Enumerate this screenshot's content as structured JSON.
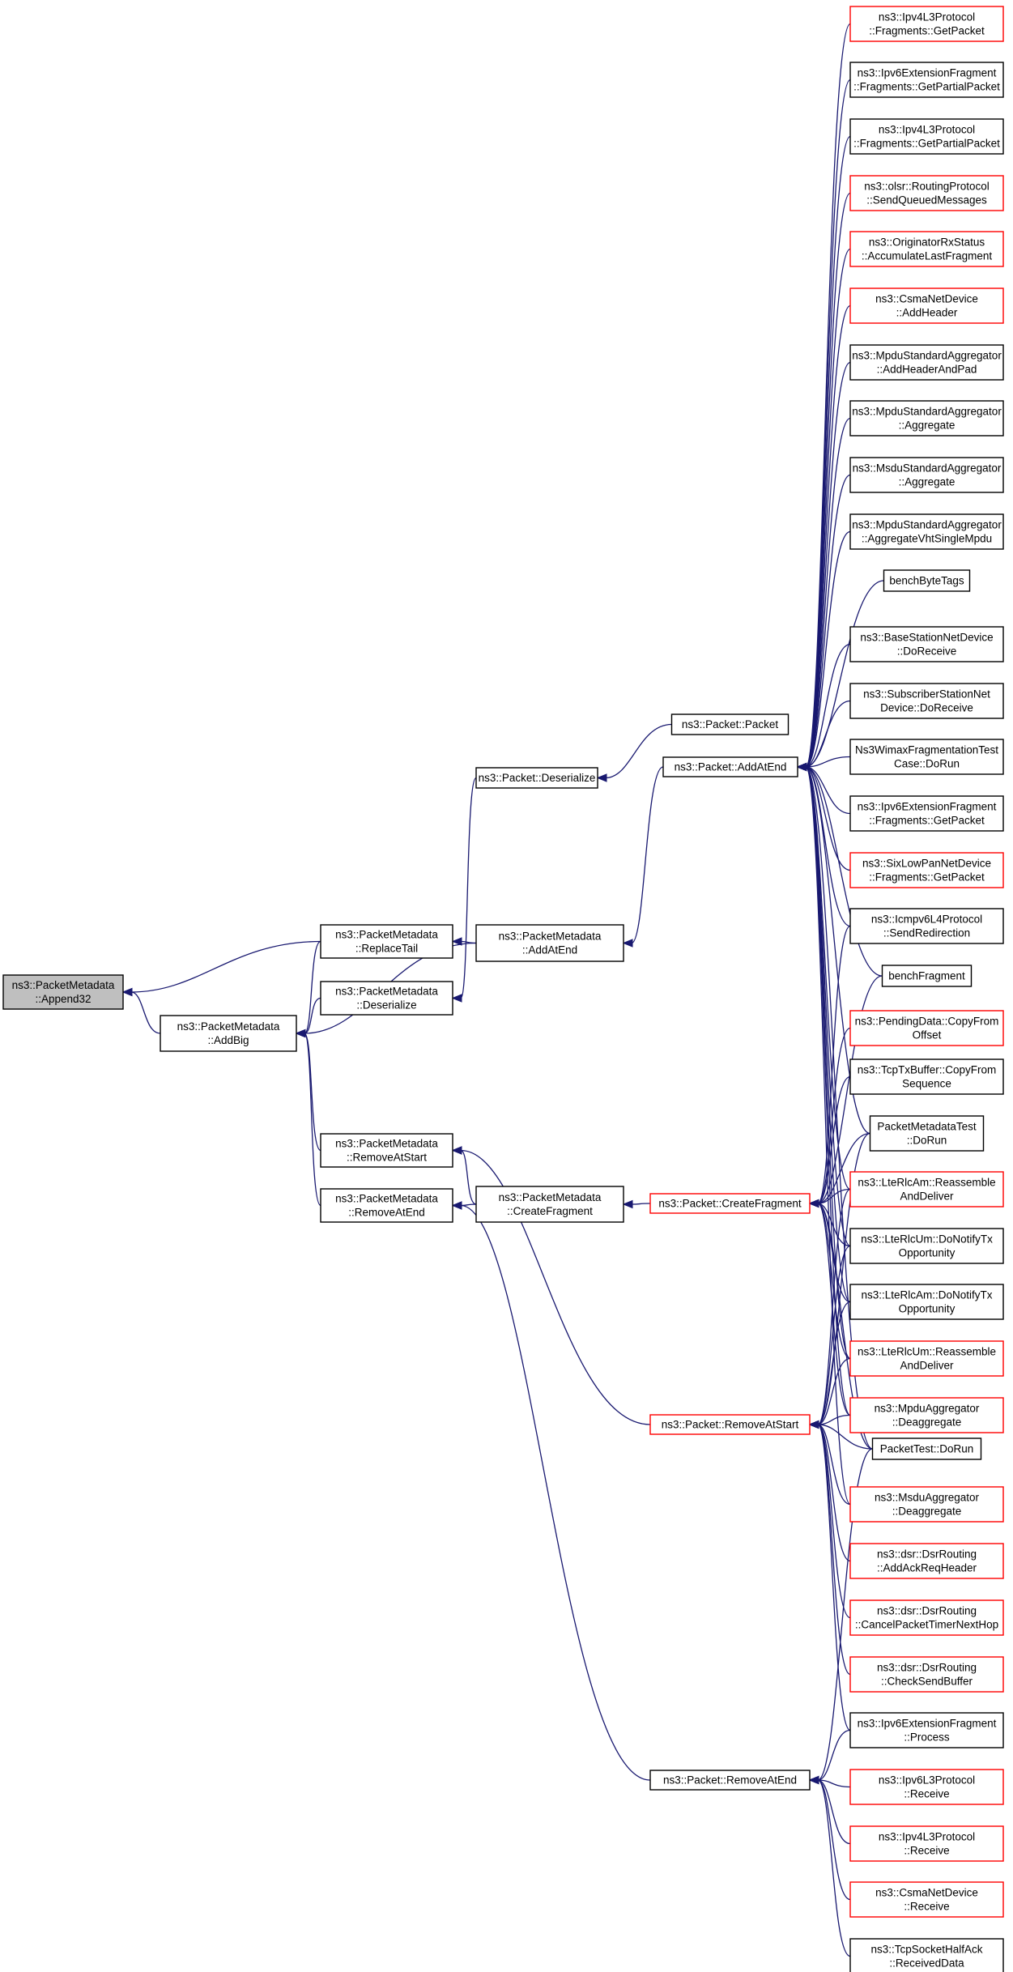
{
  "colors": {
    "edge": "#191970",
    "border_default": "#000000",
    "border_truncated": "#ff0000",
    "fill_default": "#ffffff",
    "fill_focus": "#bfbfbf"
  },
  "nodes": [
    {
      "id": "append32",
      "lines": [
        "ns3::PacketMetadata",
        "::Append32"
      ],
      "style": "focus"
    },
    {
      "id": "addbig",
      "lines": [
        "ns3::PacketMetadata",
        "::AddBig"
      ],
      "style": "normal"
    },
    {
      "id": "replacetail",
      "lines": [
        "ns3::PacketMetadata",
        "::ReplaceTail"
      ],
      "style": "normal"
    },
    {
      "id": "pm_deserialize",
      "lines": [
        "ns3::PacketMetadata",
        "::Deserialize"
      ],
      "style": "normal"
    },
    {
      "id": "removeatstart",
      "lines": [
        "ns3::PacketMetadata",
        "::RemoveAtStart"
      ],
      "style": "normal"
    },
    {
      "id": "removeatend",
      "lines": [
        "ns3::PacketMetadata",
        "::RemoveAtEnd"
      ],
      "style": "normal"
    },
    {
      "id": "p_deserialize",
      "lines": [
        "ns3::Packet::Deserialize"
      ],
      "style": "normal"
    },
    {
      "id": "pm_addatend",
      "lines": [
        "ns3::PacketMetadata",
        "::AddAtEnd"
      ],
      "style": "normal"
    },
    {
      "id": "createfragment",
      "lines": [
        "ns3::PacketMetadata",
        "::CreateFragment"
      ],
      "style": "normal"
    },
    {
      "id": "p_packet",
      "lines": [
        "ns3::Packet::Packet"
      ],
      "style": "normal"
    },
    {
      "id": "p_addatend",
      "lines": [
        "ns3::Packet::AddAtEnd"
      ],
      "style": "normal"
    },
    {
      "id": "p_createfragment",
      "lines": [
        "ns3::Packet::CreateFragment"
      ],
      "style": "truncated"
    },
    {
      "id": "p_removeatstart",
      "lines": [
        "ns3::Packet::RemoveAtStart"
      ],
      "style": "truncated"
    },
    {
      "id": "p_removeatend",
      "lines": [
        "ns3::Packet::RemoveAtEnd"
      ],
      "style": "normal"
    },
    {
      "id": "r1",
      "lines": [
        "ns3::Ipv4L3Protocol",
        "::Fragments::GetPacket"
      ],
      "style": "truncated"
    },
    {
      "id": "r2",
      "lines": [
        "ns3::Ipv6ExtensionFragment",
        "::Fragments::GetPartialPacket"
      ],
      "style": "normal"
    },
    {
      "id": "r3",
      "lines": [
        "ns3::Ipv4L3Protocol",
        "::Fragments::GetPartialPacket"
      ],
      "style": "normal"
    },
    {
      "id": "r4",
      "lines": [
        "ns3::olsr::RoutingProtocol",
        "::SendQueuedMessages"
      ],
      "style": "truncated"
    },
    {
      "id": "r5",
      "lines": [
        "ns3::OriginatorRxStatus",
        "::AccumulateLastFragment"
      ],
      "style": "truncated"
    },
    {
      "id": "r6",
      "lines": [
        "ns3::CsmaNetDevice",
        "::AddHeader"
      ],
      "style": "truncated"
    },
    {
      "id": "r7",
      "lines": [
        "ns3::MpduStandardAggregator",
        "::AddHeaderAndPad"
      ],
      "style": "normal"
    },
    {
      "id": "r8",
      "lines": [
        "ns3::MpduStandardAggregator",
        "::Aggregate"
      ],
      "style": "normal"
    },
    {
      "id": "r9",
      "lines": [
        "ns3::MsduStandardAggregator",
        "::Aggregate"
      ],
      "style": "normal"
    },
    {
      "id": "r10",
      "lines": [
        "ns3::MpduStandardAggregator",
        "::AggregateVhtSingleMpdu"
      ],
      "style": "normal"
    },
    {
      "id": "r11",
      "lines": [
        "benchByteTags"
      ],
      "style": "normal"
    },
    {
      "id": "r12",
      "lines": [
        "ns3::BaseStationNetDevice",
        "::DoReceive"
      ],
      "style": "normal"
    },
    {
      "id": "r13",
      "lines": [
        "ns3::SubscriberStationNet",
        "Device::DoReceive"
      ],
      "style": "normal"
    },
    {
      "id": "r14",
      "lines": [
        "Ns3WimaxFragmentationTest",
        "Case::DoRun"
      ],
      "style": "normal"
    },
    {
      "id": "r15",
      "lines": [
        "ns3::Ipv6ExtensionFragment",
        "::Fragments::GetPacket"
      ],
      "style": "normal"
    },
    {
      "id": "r16",
      "lines": [
        "ns3::SixLowPanNetDevice",
        "::Fragments::GetPacket"
      ],
      "style": "truncated"
    },
    {
      "id": "r17",
      "lines": [
        "ns3::Icmpv6L4Protocol",
        "::SendRedirection"
      ],
      "style": "normal"
    },
    {
      "id": "r18",
      "lines": [
        "benchFragment"
      ],
      "style": "normal"
    },
    {
      "id": "r19",
      "lines": [
        "ns3::PendingData::CopyFrom",
        "Offset"
      ],
      "style": "truncated"
    },
    {
      "id": "r20",
      "lines": [
        "ns3::TcpTxBuffer::CopyFrom",
        "Sequence"
      ],
      "style": "normal"
    },
    {
      "id": "r21",
      "lines": [
        "PacketMetadataTest",
        "::DoRun"
      ],
      "style": "normal"
    },
    {
      "id": "r22",
      "lines": [
        "ns3::LteRlcAm::Reassemble",
        "AndDeliver"
      ],
      "style": "truncated"
    },
    {
      "id": "r23",
      "lines": [
        "ns3::LteRlcUm::DoNotifyTx",
        "Opportunity"
      ],
      "style": "normal"
    },
    {
      "id": "r24",
      "lines": [
        "ns3::LteRlcAm::DoNotifyTx",
        "Opportunity"
      ],
      "style": "normal"
    },
    {
      "id": "r25",
      "lines": [
        "ns3::LteRlcUm::Reassemble",
        "AndDeliver"
      ],
      "style": "truncated"
    },
    {
      "id": "r26",
      "lines": [
        "ns3::MpduAggregator",
        "::Deaggregate"
      ],
      "style": "truncated"
    },
    {
      "id": "r27",
      "lines": [
        "PacketTest::DoRun"
      ],
      "style": "normal"
    },
    {
      "id": "r28",
      "lines": [
        "ns3::MsduAggregator",
        "::Deaggregate"
      ],
      "style": "truncated"
    },
    {
      "id": "r29",
      "lines": [
        "ns3::dsr::DsrRouting",
        "::AddAckReqHeader"
      ],
      "style": "truncated"
    },
    {
      "id": "r30",
      "lines": [
        "ns3::dsr::DsrRouting",
        "::CancelPacketTimerNextHop"
      ],
      "style": "truncated"
    },
    {
      "id": "r31",
      "lines": [
        "ns3::dsr::DsrRouting",
        "::CheckSendBuffer"
      ],
      "style": "truncated"
    },
    {
      "id": "r32",
      "lines": [
        "ns3::Ipv6ExtensionFragment",
        "::Process"
      ],
      "style": "normal"
    },
    {
      "id": "r33",
      "lines": [
        "ns3::Ipv6L3Protocol",
        "::Receive"
      ],
      "style": "truncated"
    },
    {
      "id": "r34",
      "lines": [
        "ns3::Ipv4L3Protocol",
        "::Receive"
      ],
      "style": "truncated"
    },
    {
      "id": "r35",
      "lines": [
        "ns3::CsmaNetDevice",
        "::Receive"
      ],
      "style": "truncated"
    },
    {
      "id": "r36",
      "lines": [
        "ns3::TcpSocketHalfAck",
        "::ReceivedData"
      ],
      "style": "normal"
    }
  ],
  "edges": [
    [
      "replacetail",
      "append32"
    ],
    [
      "addbig",
      "append32"
    ],
    [
      "replacetail",
      "addbig"
    ],
    [
      "pm_deserialize",
      "addbig"
    ],
    [
      "pm_addatend",
      "addbig"
    ],
    [
      "removeatstart",
      "addbig"
    ],
    [
      "removeatend",
      "addbig"
    ],
    [
      "p_deserialize",
      "pm_deserialize"
    ],
    [
      "pm_addatend",
      "replacetail"
    ],
    [
      "createfragment",
      "removeatstart"
    ],
    [
      "createfragment",
      "removeatend"
    ],
    [
      "p_removeatstart",
      "removeatstart"
    ],
    [
      "p_removeatend",
      "removeatend"
    ],
    [
      "p_packet",
      "p_deserialize"
    ],
    [
      "p_addatend",
      "pm_addatend"
    ],
    [
      "p_createfragment",
      "createfragment"
    ],
    [
      "r1",
      "p_addatend"
    ],
    [
      "r2",
      "p_addatend"
    ],
    [
      "r3",
      "p_addatend"
    ],
    [
      "r4",
      "p_addatend"
    ],
    [
      "r5",
      "p_addatend"
    ],
    [
      "r6",
      "p_addatend"
    ],
    [
      "r7",
      "p_addatend"
    ],
    [
      "r8",
      "p_addatend"
    ],
    [
      "r9",
      "p_addatend"
    ],
    [
      "r10",
      "p_addatend"
    ],
    [
      "r11",
      "p_addatend"
    ],
    [
      "r12",
      "p_addatend"
    ],
    [
      "r13",
      "p_addatend"
    ],
    [
      "r14",
      "p_addatend"
    ],
    [
      "r15",
      "p_addatend"
    ],
    [
      "r16",
      "p_addatend"
    ],
    [
      "r17",
      "p_addatend"
    ],
    [
      "r18",
      "p_addatend"
    ],
    [
      "r21",
      "p_addatend"
    ],
    [
      "r22",
      "p_addatend"
    ],
    [
      "r23",
      "p_addatend"
    ],
    [
      "r24",
      "p_addatend"
    ],
    [
      "r25",
      "p_addatend"
    ],
    [
      "r26",
      "p_addatend"
    ],
    [
      "r27",
      "p_addatend"
    ],
    [
      "r28",
      "p_addatend"
    ],
    [
      "r17",
      "p_createfragment"
    ],
    [
      "r18",
      "p_createfragment"
    ],
    [
      "r19",
      "p_createfragment"
    ],
    [
      "r20",
      "p_createfragment"
    ],
    [
      "r21",
      "p_createfragment"
    ],
    [
      "r22",
      "p_createfragment"
    ],
    [
      "r23",
      "p_createfragment"
    ],
    [
      "r24",
      "p_createfragment"
    ],
    [
      "r25",
      "p_createfragment"
    ],
    [
      "r26",
      "p_createfragment"
    ],
    [
      "r27",
      "p_createfragment"
    ],
    [
      "r21",
      "p_removeatstart"
    ],
    [
      "r22",
      "p_removeatstart"
    ],
    [
      "r23",
      "p_removeatstart"
    ],
    [
      "r24",
      "p_removeatstart"
    ],
    [
      "r25",
      "p_removeatstart"
    ],
    [
      "r26",
      "p_removeatstart"
    ],
    [
      "r27",
      "p_removeatstart"
    ],
    [
      "r28",
      "p_removeatstart"
    ],
    [
      "r29",
      "p_removeatstart"
    ],
    [
      "r30",
      "p_removeatstart"
    ],
    [
      "r31",
      "p_removeatstart"
    ],
    [
      "r32",
      "p_removeatstart"
    ],
    [
      "r27",
      "p_removeatend"
    ],
    [
      "r32",
      "p_removeatend"
    ],
    [
      "r33",
      "p_removeatend"
    ],
    [
      "r34",
      "p_removeatend"
    ],
    [
      "r35",
      "p_removeatend"
    ],
    [
      "r36",
      "p_removeatend"
    ]
  ]
}
